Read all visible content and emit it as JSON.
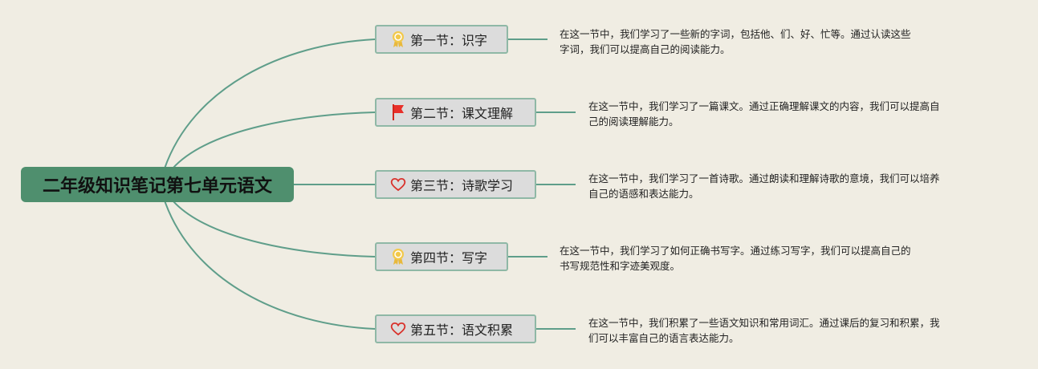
{
  "root": {
    "title": "二年级知识笔记第七单元语文"
  },
  "colors": {
    "root": "#4f8f6e",
    "line": "#5f9e8a",
    "node_bg": "#dcdcdc"
  },
  "sections": [
    {
      "label": "第一节：识字",
      "icon": "award-icon",
      "desc": [
        "在这一节中，我们学习了一些新的字词，包括他、们、好、忙等。通过认读这些",
        "字词，我们可以提高自己的阅读能力。"
      ]
    },
    {
      "label": "第二节：课文理解",
      "icon": "flag-icon",
      "desc": [
        "在这一节中，我们学习了一篇课文。通过正确理解课文的内容，我们可以提高自",
        "己的阅读理解能力。"
      ]
    },
    {
      "label": "第三节：诗歌学习",
      "icon": "heart-icon",
      "desc": [
        "在这一节中，我们学习了一首诗歌。通过朗读和理解诗歌的意境，我们可以培养",
        "自己的语感和表达能力。"
      ]
    },
    {
      "label": "第四节：写字",
      "icon": "award-icon",
      "desc": [
        "在这一节中，我们学习了如何正确书写字。通过练习写字，我们可以提高自己的",
        "书写规范性和字迹美观度。"
      ]
    },
    {
      "label": "第五节：语文积累",
      "icon": "heart-icon",
      "desc": [
        "在这一节中，我们积累了一些语文知识和常用词汇。通过课后的复习和积累，我",
        "们可以丰富自己的语言表达能力。"
      ]
    }
  ]
}
